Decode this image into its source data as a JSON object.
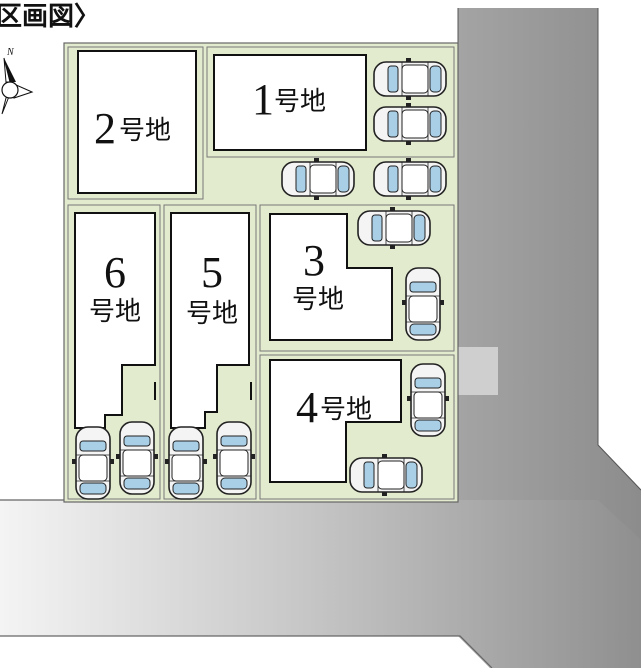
{
  "title": "区画図〉",
  "compass": {
    "north_label": "N",
    "icon": "compass-icon"
  },
  "lots": [
    {
      "id": "lot-1",
      "number": "1",
      "suffix": "号地"
    },
    {
      "id": "lot-2",
      "number": "2",
      "suffix": "号地"
    },
    {
      "id": "lot-3",
      "number": "3",
      "suffix": "号地"
    },
    {
      "id": "lot-4",
      "number": "4",
      "suffix": "号地"
    },
    {
      "id": "lot-5",
      "number": "5",
      "suffix": "号地"
    },
    {
      "id": "lot-6",
      "number": "6",
      "suffix": "号地"
    }
  ],
  "colors": {
    "site_fill": "#e3ebcf",
    "road_light": "#e2e2e2",
    "road_dark": "#8a8a8a",
    "car_window": "#a9cfe6",
    "car_body": "#f4f4f4",
    "building_outline": "#111111"
  }
}
